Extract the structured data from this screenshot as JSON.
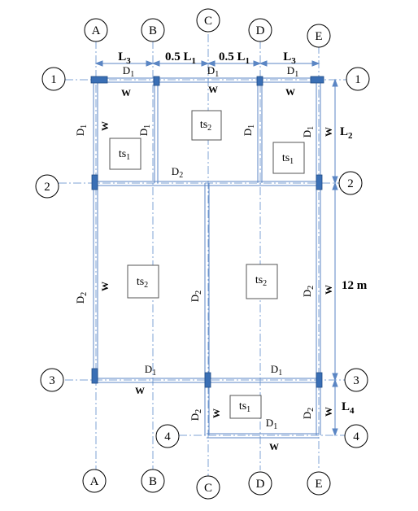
{
  "grid_x": [
    {
      "id": "A",
      "label": "A"
    },
    {
      "id": "B",
      "label": "B"
    },
    {
      "id": "C",
      "label": "C"
    },
    {
      "id": "D",
      "label": "D"
    },
    {
      "id": "E",
      "label": "E"
    }
  ],
  "grid_y": [
    {
      "id": "1",
      "label": "1"
    },
    {
      "id": "2",
      "label": "2"
    },
    {
      "id": "3",
      "label": "3"
    },
    {
      "id": "4",
      "label": "4"
    }
  ],
  "dimensions": {
    "top_L3_left": {
      "main": "L",
      "sub": "3"
    },
    "top_L1_left": {
      "main": "0.5 L",
      "sub": "1"
    },
    "top_L1_right": {
      "main": "0.5 L",
      "sub": "1"
    },
    "top_L3_right": {
      "main": "L",
      "sub": "3"
    },
    "right_L2": {
      "main": "L",
      "sub": "2"
    },
    "right_12m": {
      "main": "12 m"
    },
    "right_L4": {
      "main": "L",
      "sub": "4"
    }
  },
  "beams": {
    "D1": {
      "main": "D",
      "sub": "1"
    },
    "D2": {
      "main": "D",
      "sub": "2"
    }
  },
  "slabs": {
    "ts1": {
      "main": "ts",
      "sub": "1"
    },
    "ts2": {
      "main": "ts",
      "sub": "2"
    }
  },
  "wall_label": "W",
  "colors": {
    "line": "#5b86c4",
    "dashdot": "#7fa3d6",
    "column": "#3a6fb5",
    "text": "#000000"
  }
}
